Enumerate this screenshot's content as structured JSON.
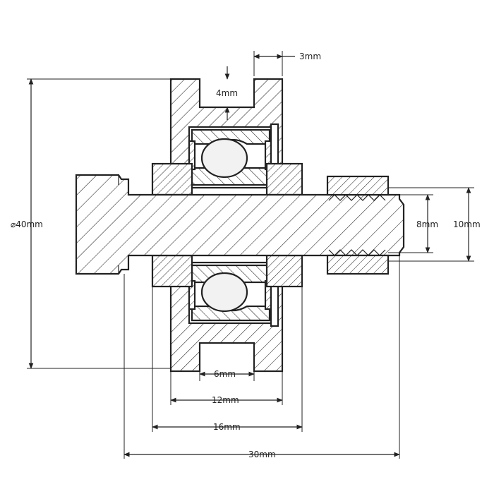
{
  "drawing": {
    "subject": "bearing wheel cross-section",
    "colors": {
      "line": "#222222",
      "background": "#ffffff",
      "ball": "#f2f2f2"
    }
  },
  "dimensions": {
    "diameter": "⌀40mm",
    "rim_width": "3mm",
    "groove_depth": "4mm",
    "groove_width": "6mm",
    "wheel_width": "12mm",
    "washer_width": "16mm",
    "bolt_length": "30mm",
    "bolt_diameter": "8mm",
    "nut_diameter": "10mm"
  }
}
